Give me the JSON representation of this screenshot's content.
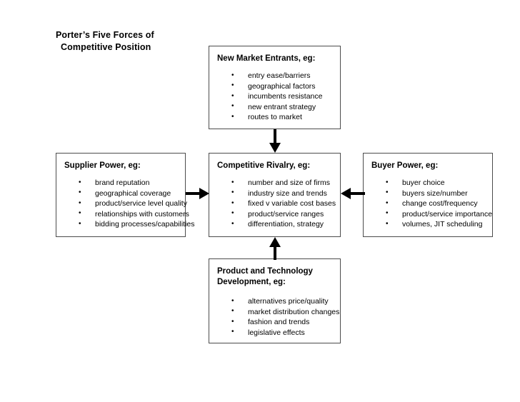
{
  "title": {
    "line1": "Porter’s Five Forces of",
    "line2": "Competitive Position"
  },
  "boxes": {
    "new_entrants": {
      "heading": "New Market Entrants, eg:",
      "bullets": [
        "entry ease/barriers",
        "geographical factors",
        "incumbents resistance",
        "new entrant strategy",
        "routes to market"
      ]
    },
    "supplier_power": {
      "heading": "Supplier Power, eg:",
      "bullets": [
        "brand reputation",
        "geographical coverage",
        "product/service level quality",
        "relationships with customers",
        "bidding processes/capabilities"
      ]
    },
    "competitive_rivalry": {
      "heading": "Competitive Rivalry, eg:",
      "bullets": [
        "number and size of firms",
        "industry size and trends",
        "fixed v variable cost bases",
        "product/service ranges",
        "differentiation, strategy"
      ]
    },
    "buyer_power": {
      "heading": "Buyer Power, eg:",
      "bullets": [
        "buyer choice",
        "buyers size/number",
        "change cost/frequency",
        "product/service importance",
        "volumes, JIT scheduling"
      ]
    },
    "product_technology": {
      "heading_line1": "Product and Technology",
      "heading_line2": "Development, eg:",
      "bullets": [
        "alternatives price/quality",
        "market distribution changes",
        "fashion and trends",
        "legislative effects"
      ]
    }
  },
  "arrows": [
    {
      "name": "new-entrants-to-rivalry",
      "direction": "down"
    },
    {
      "name": "product-technology-to-rivalry",
      "direction": "up"
    },
    {
      "name": "supplier-power-to-rivalry",
      "direction": "right"
    },
    {
      "name": "buyer-power-to-rivalry",
      "direction": "left"
    }
  ],
  "colors": {
    "background": "#ffffff",
    "text": "#000000",
    "box_border": "#4c4c4c",
    "arrow": "#000000"
  }
}
